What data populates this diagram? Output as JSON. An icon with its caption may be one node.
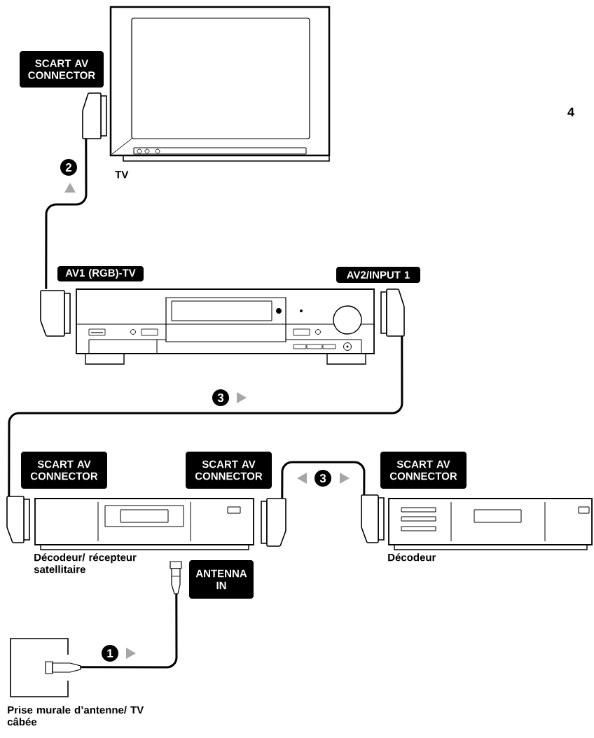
{
  "diagram": {
    "nodes": [
      {
        "text": [
          "TV"
        ]
      },
      {
        "text": [
          "SCART AV CONNECTOR"
        ]
      },
      {
        "text": [],
        "shape": "box"
      },
      {
        "text": [
          "AV1 (RGB)-TV"
        ]
      },
      {
        "text": [
          "AV2/INPUT 1"
        ]
      },
      {
        "text": [
          "Décodeur/ récepteur satellitaire"
        ]
      },
      {
        "text": [
          "SCART AV CONNECTOR"
        ]
      },
      {
        "text": [
          "SCART AV CONNECTOR"
        ]
      },
      {
        "text": [
          "ANTENNA IN"
        ]
      },
      {
        "text": [
          "Décodeur"
        ]
      },
      {
        "text": [
          "SCART AV CONNECTOR"
        ]
      },
      {
        "text": [
          "Prise murale d’antenne/ TV câbée"
        ]
      }
    ],
    "edges": [
      {
        "from": 0,
        "to": 2,
        "arrow": "none",
        "label": "2"
      },
      {
        "from": 2,
        "to": 5,
        "arrow": "none",
        "label": "3"
      },
      {
        "from": 5,
        "to": 9,
        "arrow": "none",
        "label": "3"
      },
      {
        "from": 11,
        "to": 5,
        "arrow": "none",
        "label": "1"
      }
    ],
    "labels": [
      "4"
    ]
  }
}
